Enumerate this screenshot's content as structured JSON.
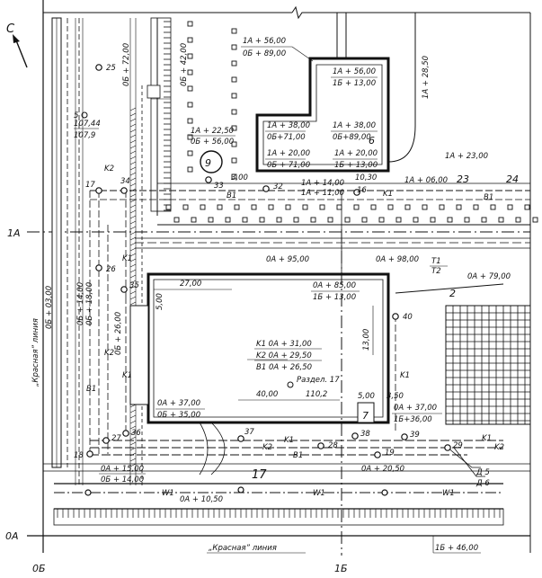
{
  "north": "C",
  "axes": {
    "a0a": "0A",
    "a1a": "1A",
    "a0b": "0Б",
    "a1b": "1Б"
  },
  "red_line": "„Красная” линия",
  "buildings": {
    "b6_top_l1": "1A + 56,00",
    "b6_top_l2": "0Б + 89,00",
    "b6_inner_l1": "1A + 56,00",
    "b6_inner_l2": "1Б + 13,00",
    "b6_mid_l1": "1A + 38,00",
    "b6_mid_l2": "0Б+71,00",
    "b6_mid_r1": "1A + 38,00",
    "b6_mid_r2": "0Б+89,00",
    "b6_low_l1": "1A + 20,00",
    "b6_low_l2": "0Б + 71,00",
    "b6_low_r1": "1A + 20,00",
    "b6_low_r2": "1Б + 13,00",
    "b6_num": "6",
    "b9_l1": "1A + 22,50",
    "b9_l2": "0Б + 56,00",
    "b9_num": "9",
    "b7_tr1": "0A + 85,00",
    "b7_tr2": "1Б + 13,00",
    "b7_bl1": "0A + 37,00",
    "b7_bl2": "0Б + 35,00",
    "b7_br1": "0A + 37,00",
    "b7_br2": "1Б+36,00",
    "b7_num": "7",
    "b7_dim1": "27,00",
    "b7_dim2": "5,00",
    "b7_dim3": "13,00",
    "b7_dim4": "5,00",
    "b7_dim5": "3,50",
    "b7_dim6": "40,00",
    "b7_k1": "K1  0A + 31,00",
    "b7_k2": "K2  0A + 29,50",
    "b7_b1": "B1  0A + 26,50",
    "b7_razd": "Раздел. 17",
    "b7_razd_val": "110,2"
  },
  "labels": {
    "p107": "107,44",
    "p107b": "107,9",
    "p5": "5",
    "v0b72": "0Б + 72,00",
    "v0b42": "0Б + 42,00",
    "v1a28": "1A + 28,50",
    "v0b03": "0Б + 03,00",
    "v0b14": "0Б + 14,00",
    "v0b18": "0Б + 18,00",
    "v0b26": "0Б + 26,00",
    "r1a23": "1A + 23,00",
    "r1a06": "1A + 06,00",
    "r1a14": "1A + 14,00",
    "r1a11": "1A + 11,00",
    "r300": "3,00",
    "r1030": "10,30",
    "r0a95": "0A + 95,00",
    "r0a98": "0A + 98,00",
    "r0a79": "0A + 79,00",
    "r0a15": "0A + 15,00",
    "r0b14": "0Б + 14,00",
    "r0a1050": "0A + 10,50",
    "r0a2050": "0A + 20,50",
    "r1b46": "1Б + 46,00",
    "n23": "23",
    "n24": "24",
    "n17": "17",
    "n2": "2",
    "t1": "T1",
    "t2": "T2",
    "d5": "Д 5",
    "d6": "Д 6"
  },
  "wells": {
    "w25": "25",
    "w17": "17",
    "w34": "34",
    "w33": "33",
    "w32": "32",
    "w16": "16",
    "w26": "26",
    "w35": "35",
    "w40": "40",
    "w18": "18",
    "w27": "27",
    "w36": "36",
    "w37": "37",
    "w28": "28",
    "w38": "38",
    "w19": "19",
    "w39": "39",
    "w29": "29"
  },
  "networks": {
    "k1": "K1",
    "k2": "K2",
    "b1": "B1",
    "w1": "W1"
  }
}
